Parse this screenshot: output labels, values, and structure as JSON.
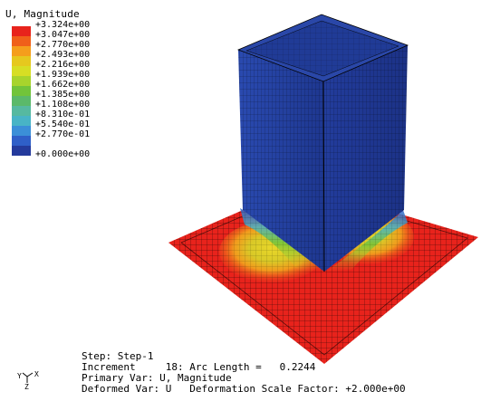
{
  "legend": {
    "title": "U, Magnitude",
    "labels": [
      "+3.324e+00",
      "+3.047e+00",
      "+2.770e+00",
      "+2.493e+00",
      "+2.216e+00",
      "+1.939e+00",
      "+1.662e+00",
      "+1.385e+00",
      "+1.108e+00",
      "+8.310e-01",
      "+5.540e-01",
      "+2.770e-01",
      "+0.000e+00"
    ],
    "colors": [
      "#e8231c",
      "#f0601a",
      "#f59e1c",
      "#e6c81e",
      "#d7de24",
      "#a8d42c",
      "#72c43a",
      "#5bb96a",
      "#56b9a0",
      "#48b4c6",
      "#3b8fd8",
      "#2f5fc8",
      "#243a9c"
    ]
  },
  "info": {
    "step": "Step: Step-1",
    "increment_label": "Increment",
    "increment_value": "18: Arc Length =",
    "arc_length": "0.2244",
    "primary_var": "Primary Var: U, Magnitude",
    "deformed_var": "Deformed Var: U   Deformation Scale Factor: +2.000e+00"
  },
  "triad": {
    "y": "Y",
    "z": "Z",
    "x": "X"
  }
}
